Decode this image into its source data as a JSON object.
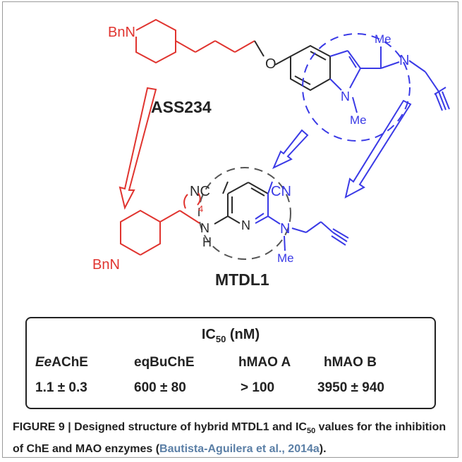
{
  "scheme": {
    "colors": {
      "red": "#e0342f",
      "blue": "#3a3ae6",
      "black": "#2a2a2a",
      "dash": "#555555"
    },
    "compound_top": "ASS234",
    "compound_bottom": "MTDL1",
    "atoms": {
      "bn_top": "BnN",
      "o_top": "O",
      "me_top_1": "Me",
      "n_top_amine": "N",
      "n_indole": "N",
      "me_indole": "Me",
      "nc_left": "NC",
      "cn_right": "CN",
      "n_pyridine": "N",
      "n_bottom_amine": "N",
      "me_bottom": "Me",
      "nh_n": "N",
      "nh_h": "H",
      "chain_count": "4",
      "bn_bottom": "BnN"
    }
  },
  "ic50_table": {
    "title_main": "IC",
    "title_sub": "50",
    "title_unit": " (nM)",
    "headers": [
      {
        "prefix": "Ee",
        "rest": "AChE"
      },
      {
        "prefix": "",
        "rest": "eqBuChE"
      },
      {
        "prefix": "",
        "rest": "hMAO A"
      },
      {
        "prefix": "",
        "rest": "hMAO B"
      }
    ],
    "values": [
      "1.1 ± 0.3",
      "600 ± 80",
      "> 100",
      "3950 ± 940"
    ]
  },
  "caption": {
    "label": "FIGURE 9 | Designed structure of hybrid MTDL1 and IC",
    "label_sub": "50",
    "text": " values for the inhibition of ChE and MAO enzymes (",
    "citation": "Bautista-Aguilera et al., 2014a",
    "end": ")."
  }
}
